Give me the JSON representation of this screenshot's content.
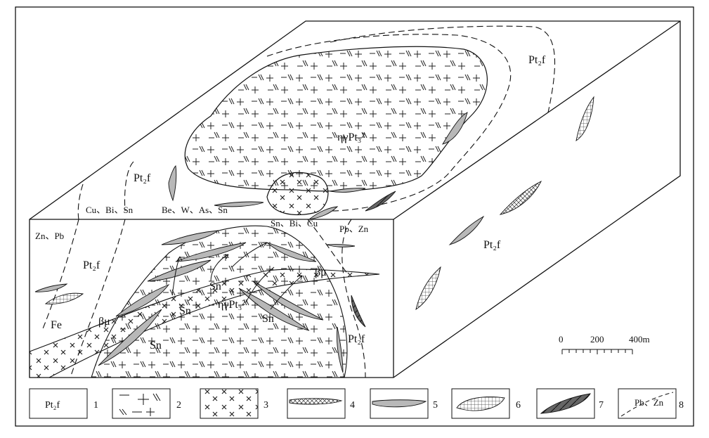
{
  "labels": {
    "pt2f_main": "Pt₂f",
    "pt2f_top": "Pt₂f",
    "pt2f_left": "Pt₂f",
    "pt2f_front_left": "Pt₂f",
    "pt2f_front_right": "Pt₂f",
    "granite_top": "ηγPt₃²",
    "granite_front": "ηγPt₃²",
    "zone_cu_bi_sn": "Cu、Bi、Sn",
    "zone_be_w_as_sn": "Be、W、As、Sn",
    "zone_sn_bi_cu": "Sn、Bi、Cu",
    "zone_pb_zn_top": "Pb、Zn",
    "zone_zn_pb": "Zn、Pb",
    "fe": "Fe",
    "beta_mu_left": "βμ",
    "beta_mu_right": "βμ",
    "sn_1": "Sn",
    "sn_2": "Sn",
    "sn_3": "Sn",
    "sn_4": "Sn"
  },
  "scale": {
    "tick_0": "0",
    "tick_200": "200",
    "tick_400": "400m"
  },
  "legend": [
    {
      "symbol_text": "Pt₂f",
      "number": "1"
    },
    {
      "symbol_text": "",
      "number": "2"
    },
    {
      "symbol_text": "",
      "number": "3"
    },
    {
      "symbol_text": "",
      "number": "4"
    },
    {
      "symbol_text": "",
      "number": "5"
    },
    {
      "symbol_text": "",
      "number": "6"
    },
    {
      "symbol_text": "",
      "number": "7"
    },
    {
      "symbol_text": "Pb、Zn",
      "number": "8"
    }
  ]
}
